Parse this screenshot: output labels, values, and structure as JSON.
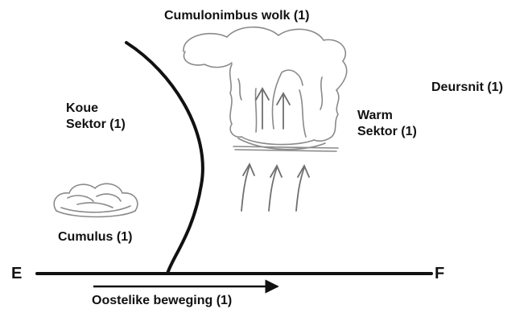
{
  "labels": {
    "cumulonimbus": "Cumulonimbus wolk (1)",
    "deursnit": "Deursnit (1)",
    "koue_line1": "Koue",
    "koue_line2": "Sektor (1)",
    "warm_line1": "Warm",
    "warm_line2": "Sektor (1)",
    "cumulus": "Cumulus (1)",
    "point_e": "E",
    "point_f": "F",
    "beweging": "Oostelike beweging (1)"
  },
  "icons": {
    "cold_front": "front-curve",
    "cb_cloud": "cumulonimbus-cloud-sketch",
    "cu_cloud": "cumulus-cloud-sketch",
    "updrafts": "upward-arrows",
    "movement": "right-arrow"
  },
  "colors": {
    "ink": "#111111",
    "sketch": "#8a8a8a"
  }
}
